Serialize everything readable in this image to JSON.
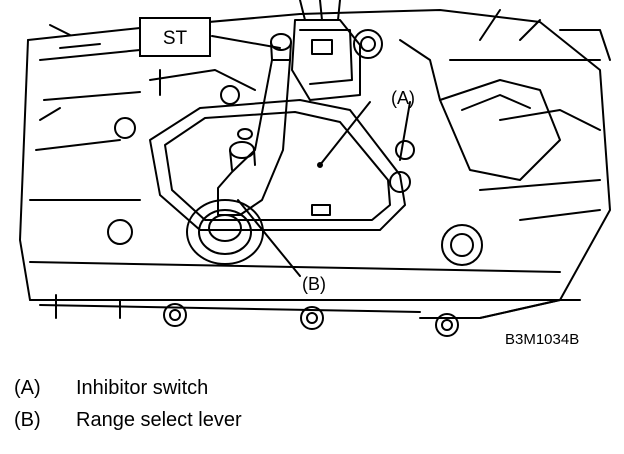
{
  "diagram": {
    "tag_st": "ST",
    "callout_a": "(A)",
    "callout_b": "(B)",
    "figure_code": "B3M1034B"
  },
  "legend": [
    {
      "key": "(A)",
      "label": "Inhibitor switch"
    },
    {
      "key": "(B)",
      "label": "Range select lever"
    }
  ]
}
